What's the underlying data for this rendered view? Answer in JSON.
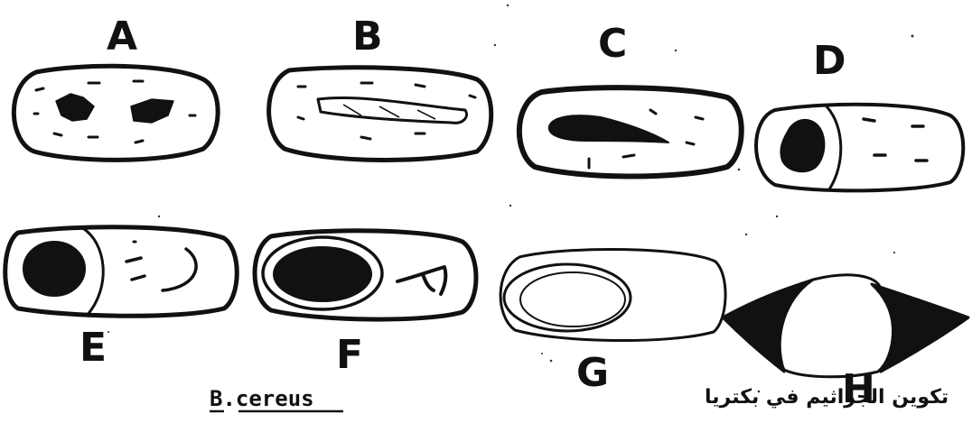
{
  "diagram": {
    "panels": [
      {
        "id": "A",
        "label": "A"
      },
      {
        "id": "B",
        "label": "B"
      },
      {
        "id": "C",
        "label": "C"
      },
      {
        "id": "D",
        "label": "D"
      },
      {
        "id": "E",
        "label": "E"
      },
      {
        "id": "F",
        "label": "F"
      },
      {
        "id": "G",
        "label": "G"
      },
      {
        "id": "H",
        "label": "H"
      }
    ],
    "caption_species": "B.cereus",
    "caption_arabic": "تكوين الجراثيم في بكتريا"
  },
  "colors": {
    "ink": "#111111",
    "paper": "#ffffff"
  }
}
